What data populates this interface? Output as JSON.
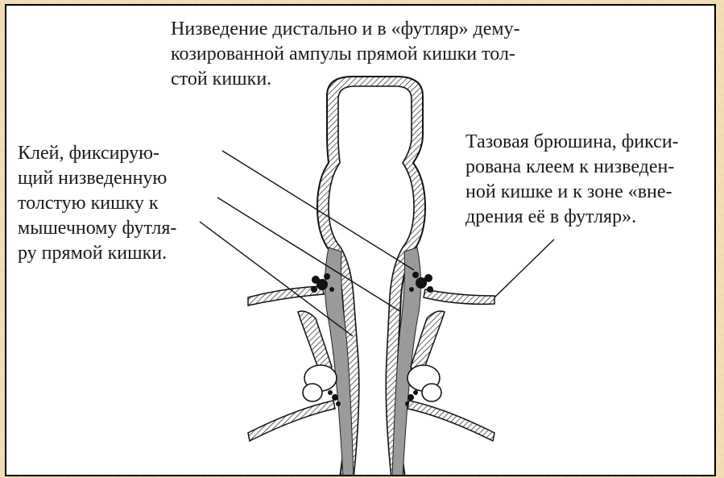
{
  "annotations": {
    "top": {
      "lines": [
        "Низведение дистально и в «футляр» дему-",
        "козированной ампулы прямой кишки тол-",
        "стой кишки."
      ]
    },
    "left": {
      "lines": [
        "Клей, фиксирую-",
        "щий низведенную",
        "толстую кишку к",
        "мышечному футля-",
        "ру прямой кишки."
      ]
    },
    "right": {
      "lines": [
        "Тазовая брюшина, фикси-",
        "рована клеем к низведен-",
        "ной кишке и к зоне «вне-",
        "дрения её в футляр»."
      ]
    }
  },
  "colors": {
    "background": "#f1dcb3",
    "panel": "#ffffff",
    "ink": "#1a1a1a"
  }
}
